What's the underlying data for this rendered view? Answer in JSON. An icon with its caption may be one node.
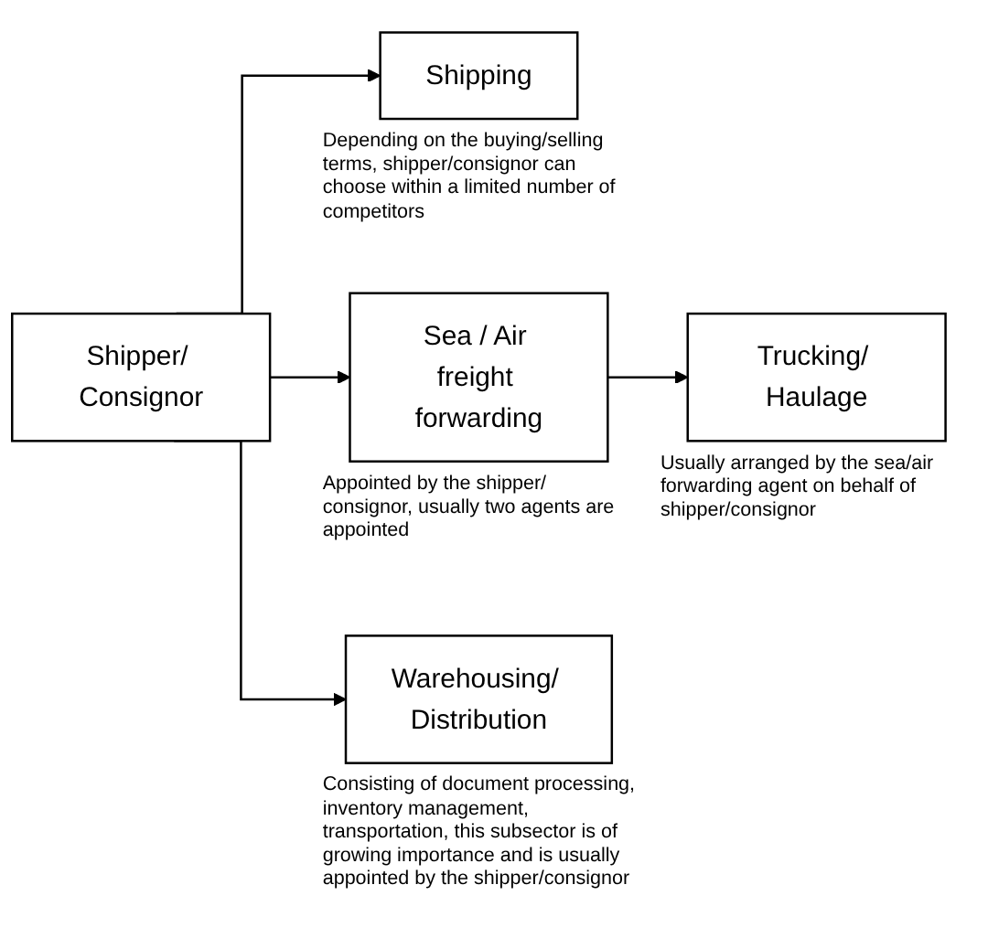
{
  "diagram": {
    "nodes": [
      {
        "text": [
          "Shipper/ Consignor"
        ]
      },
      {
        "text": [
          "Shipping"
        ],
        "beside": [
          "Depending on the buying/selling terms, shipper/consignor can choose within a limited number of competitors"
        ]
      },
      {
        "text": [
          "Sea / Air freight forwarding"
        ],
        "beside": [
          "Appointed by the shipper/ consignor, usually two agents are appointed"
        ]
      },
      {
        "text": [
          "Trucking/ Haulage"
        ],
        "beside": [
          "Usually arranged by the sea/air forwarding agent on behalf of shipper/consignor"
        ]
      },
      {
        "text": [
          "Warehousing/ Distribution"
        ],
        "beside": [
          "Consisting of document processing, inventory management, transportation, this subsector is of growing importance and is usually appointed by the shipper/consignor"
        ]
      }
    ],
    "edges": [
      {
        "from": 0,
        "to": 1,
        "arrow": "to"
      },
      {
        "from": 0,
        "to": 2,
        "arrow": "to"
      },
      {
        "from": 2,
        "to": 3,
        "arrow": "to"
      },
      {
        "from": 0,
        "to": 4,
        "arrow": "to"
      }
    ]
  }
}
